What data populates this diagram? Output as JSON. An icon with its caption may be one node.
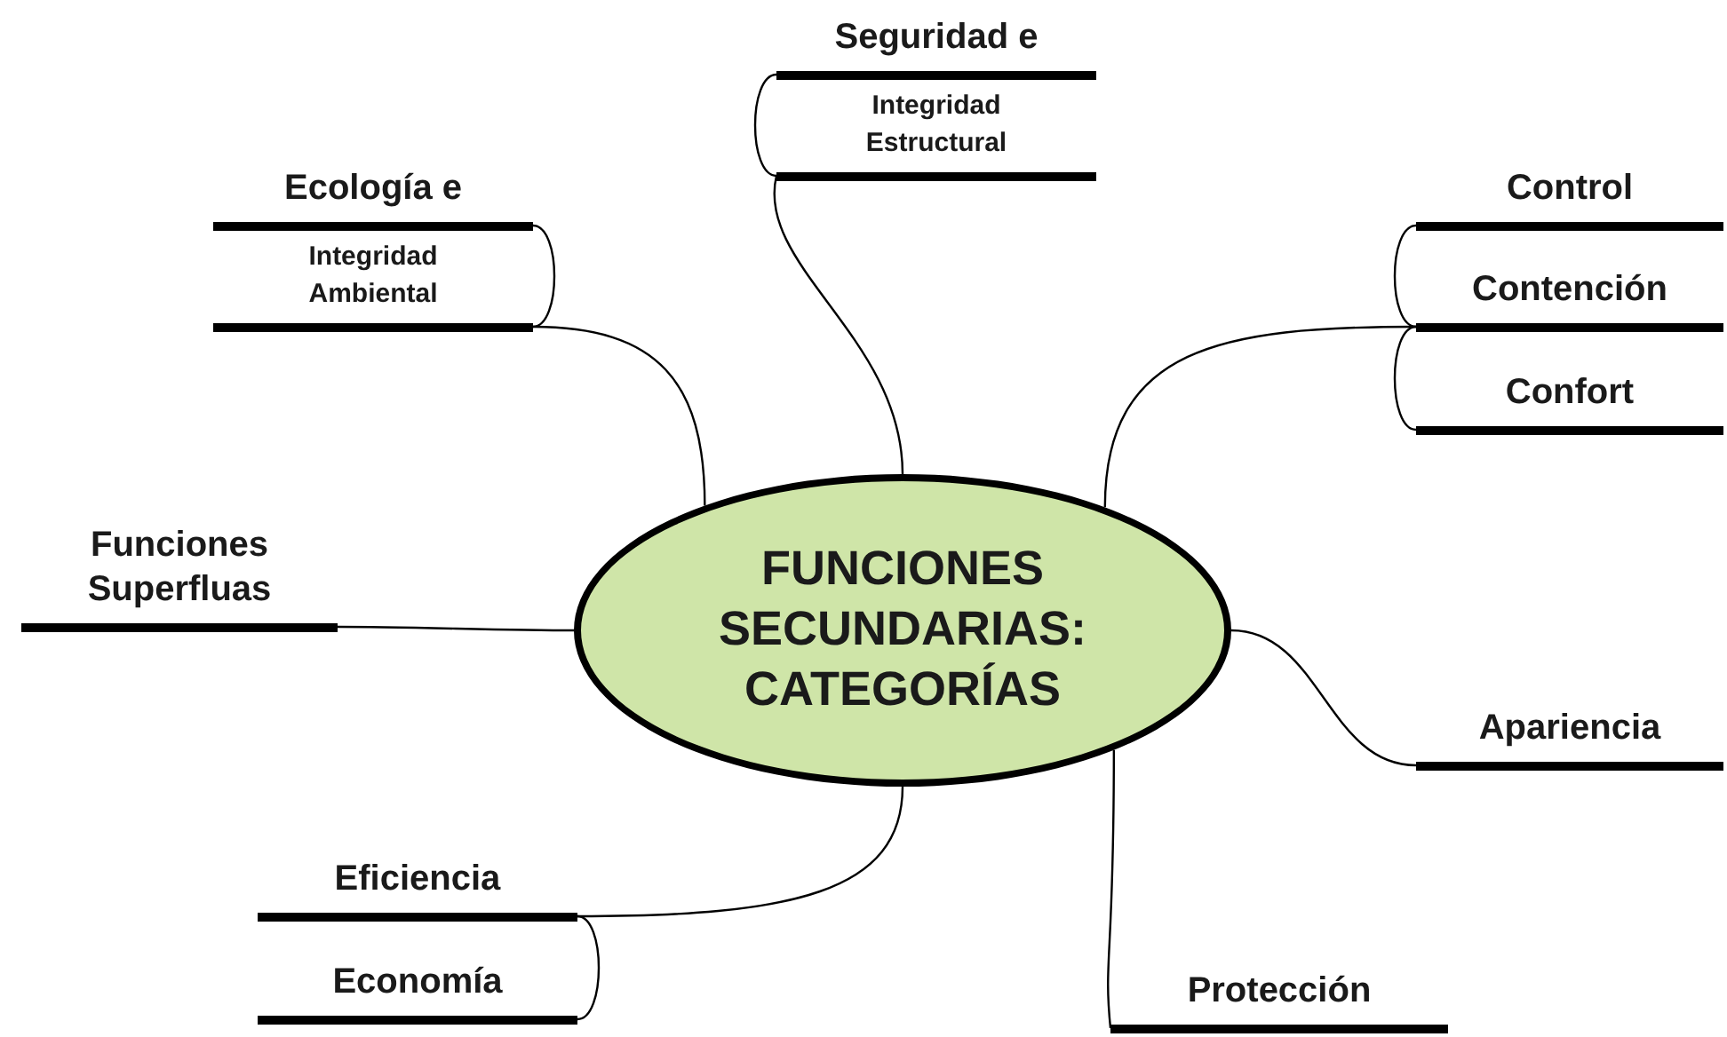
{
  "diagram": {
    "nodes": [
      {
        "text": [
          "Seguridad e"
        ]
      },
      {
        "text": [
          "Integridad Estructural"
        ]
      },
      {
        "text": [
          "Ecología e"
        ]
      },
      {
        "text": [
          "Integridad Ambiental"
        ]
      },
      {
        "text": [
          "Control"
        ]
      },
      {
        "text": [
          "Contención"
        ]
      },
      {
        "text": [
          "Confort"
        ]
      },
      {
        "text": [
          "Funciones Superfluas"
        ]
      },
      {
        "text": [
          "FUNCIONES SECUNDARIAS: CATEGORÍAS"
        ]
      },
      {
        "text": [
          "Apariencia"
        ]
      },
      {
        "text": [
          "Eficiencia"
        ]
      },
      {
        "text": [
          "Economía"
        ]
      },
      {
        "text": [
          "Protección"
        ]
      }
    ],
    "edges": [
      {
        "from": 8,
        "to": 1,
        "arrow": "none"
      },
      {
        "from": 1,
        "to": 0,
        "arrow": "none"
      },
      {
        "from": 8,
        "to": 3,
        "arrow": "none"
      },
      {
        "from": 3,
        "to": 2,
        "arrow": "none"
      },
      {
        "from": 8,
        "to": 5,
        "arrow": "none"
      },
      {
        "from": 5,
        "to": 4,
        "arrow": "none"
      },
      {
        "from": 5,
        "to": 6,
        "arrow": "none"
      },
      {
        "from": 7,
        "to": 8,
        "arrow": "none"
      },
      {
        "from": 8,
        "to": 9,
        "arrow": "none"
      },
      {
        "from": 8,
        "to": 10,
        "arrow": "none"
      },
      {
        "from": 10,
        "to": 11,
        "arrow": "none"
      },
      {
        "from": 8,
        "to": 12,
        "arrow": "none"
      }
    ]
  }
}
